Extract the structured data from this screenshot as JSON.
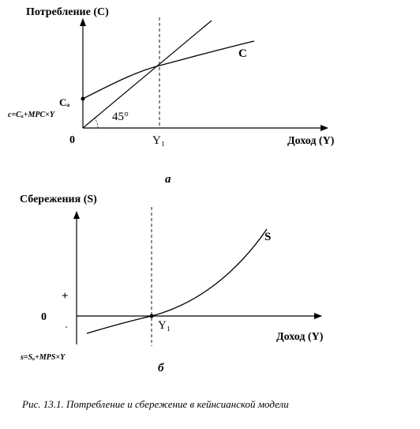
{
  "figure": {
    "panel_a": {
      "y_axis_label": "Потребление (С)",
      "curve_label": "С",
      "intercept_label": "Сₐ",
      "formula": "с=Сₐ+MPC×Y",
      "angle_label": "45°",
      "origin_label": "0",
      "x_tick_label": "Y₁",
      "x_axis_label": "Доход (Y)",
      "panel_letter": "а"
    },
    "panel_b": {
      "y_axis_label": "Сбережения (S)",
      "curve_label": "S",
      "plus_label": "+",
      "origin_label": "0",
      "x_tick_label": "Y₁",
      "x_axis_label": "Доход (Y)",
      "formula": "s=Sₐ+MPS×Y",
      "panel_letter": "б"
    },
    "caption": "Рис. 13.1. Потребление и сбережение в кейнсианской модели"
  }
}
